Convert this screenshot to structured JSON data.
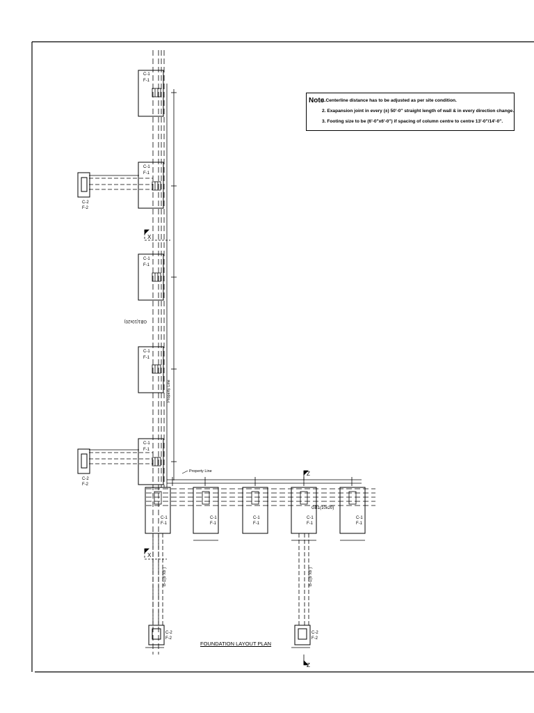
{
  "note": {
    "heading": "Note",
    "lines": [
      "1.Centerline distance has to be adjusted as per site condition.",
      "2. Exapansion joint in every (±) 50'-0\" straight length of wall & in every direction change.",
      "3. Footing size to be (6'-0\"x6'-0\") if spacing of column centre to centre 13'-0\"/14'-0\"."
    ]
  },
  "drawing_title": "FOUNDATION LAYOUT PLAN",
  "labels": {
    "column_main": "C-1",
    "footing_main": "F-1",
    "column_end": "C-2",
    "footing_end": "F-2",
    "beam": "GB1(10x20)",
    "beam_v": "B-1(8\"x8\")",
    "property_line": "Property Line",
    "section_x": "X",
    "section_z": "Z"
  }
}
